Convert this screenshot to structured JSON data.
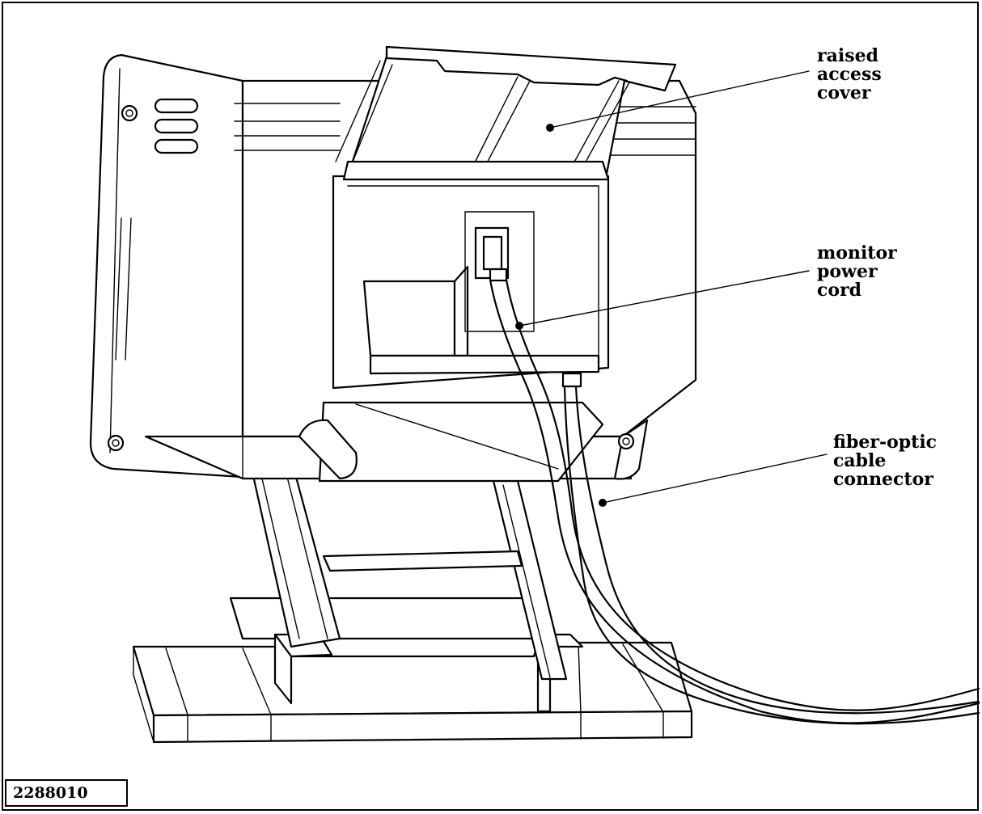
{
  "callouts": [
    {
      "id": "access-cover",
      "lines": [
        "raised",
        "access",
        "cover"
      ]
    },
    {
      "id": "power-cord",
      "lines": [
        "monitor",
        "power",
        "cord"
      ]
    },
    {
      "id": "fiber-optic",
      "lines": [
        "fiber-optic",
        "cable",
        "connector"
      ]
    }
  ],
  "figure_number": "2288010",
  "colors": {
    "ink": "#000000",
    "paper": "#ffffff"
  }
}
